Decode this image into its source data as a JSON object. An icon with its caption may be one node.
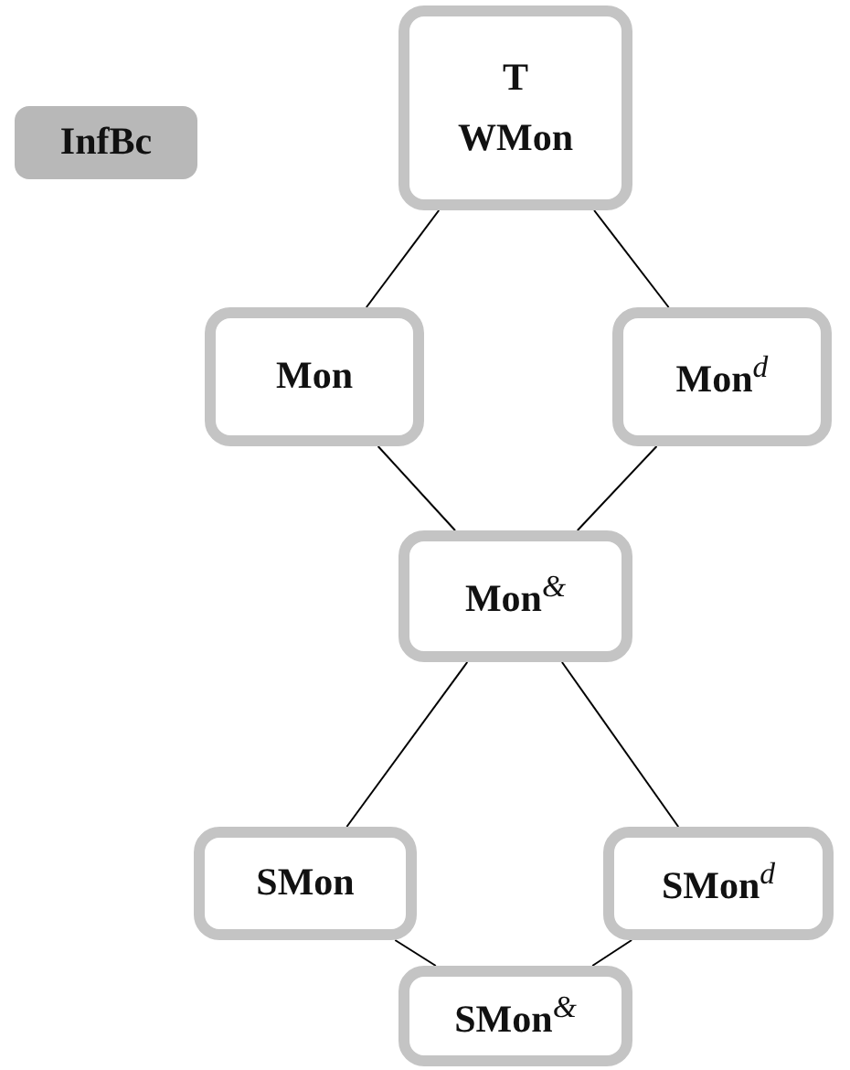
{
  "diagram": {
    "nodes": [
      {
        "text": [
          "InfBc"
        ]
      },
      {
        "text": [
          "T",
          "WMon"
        ]
      },
      {
        "text": [
          "Mon"
        ]
      },
      {
        "text": [
          "Mon$^{d}$"
        ]
      },
      {
        "text": [
          "Mon$^{&}$"
        ]
      },
      {
        "text": [
          "SMon"
        ]
      },
      {
        "text": [
          "SMon$^{d}$"
        ]
      },
      {
        "text": [
          "SMon$^{&}$"
        ]
      }
    ],
    "edges": [
      {
        "from": 1,
        "to": 2,
        "arrow": "none"
      },
      {
        "from": 1,
        "to": 3,
        "arrow": "none"
      },
      {
        "from": 2,
        "to": 4,
        "arrow": "none"
      },
      {
        "from": 3,
        "to": 4,
        "arrow": "none"
      },
      {
        "from": 4,
        "to": 5,
        "arrow": "none"
      },
      {
        "from": 4,
        "to": 6,
        "arrow": "none"
      },
      {
        "from": 5,
        "to": 7,
        "arrow": "none"
      },
      {
        "from": 6,
        "to": 7,
        "arrow": "none"
      }
    ]
  }
}
